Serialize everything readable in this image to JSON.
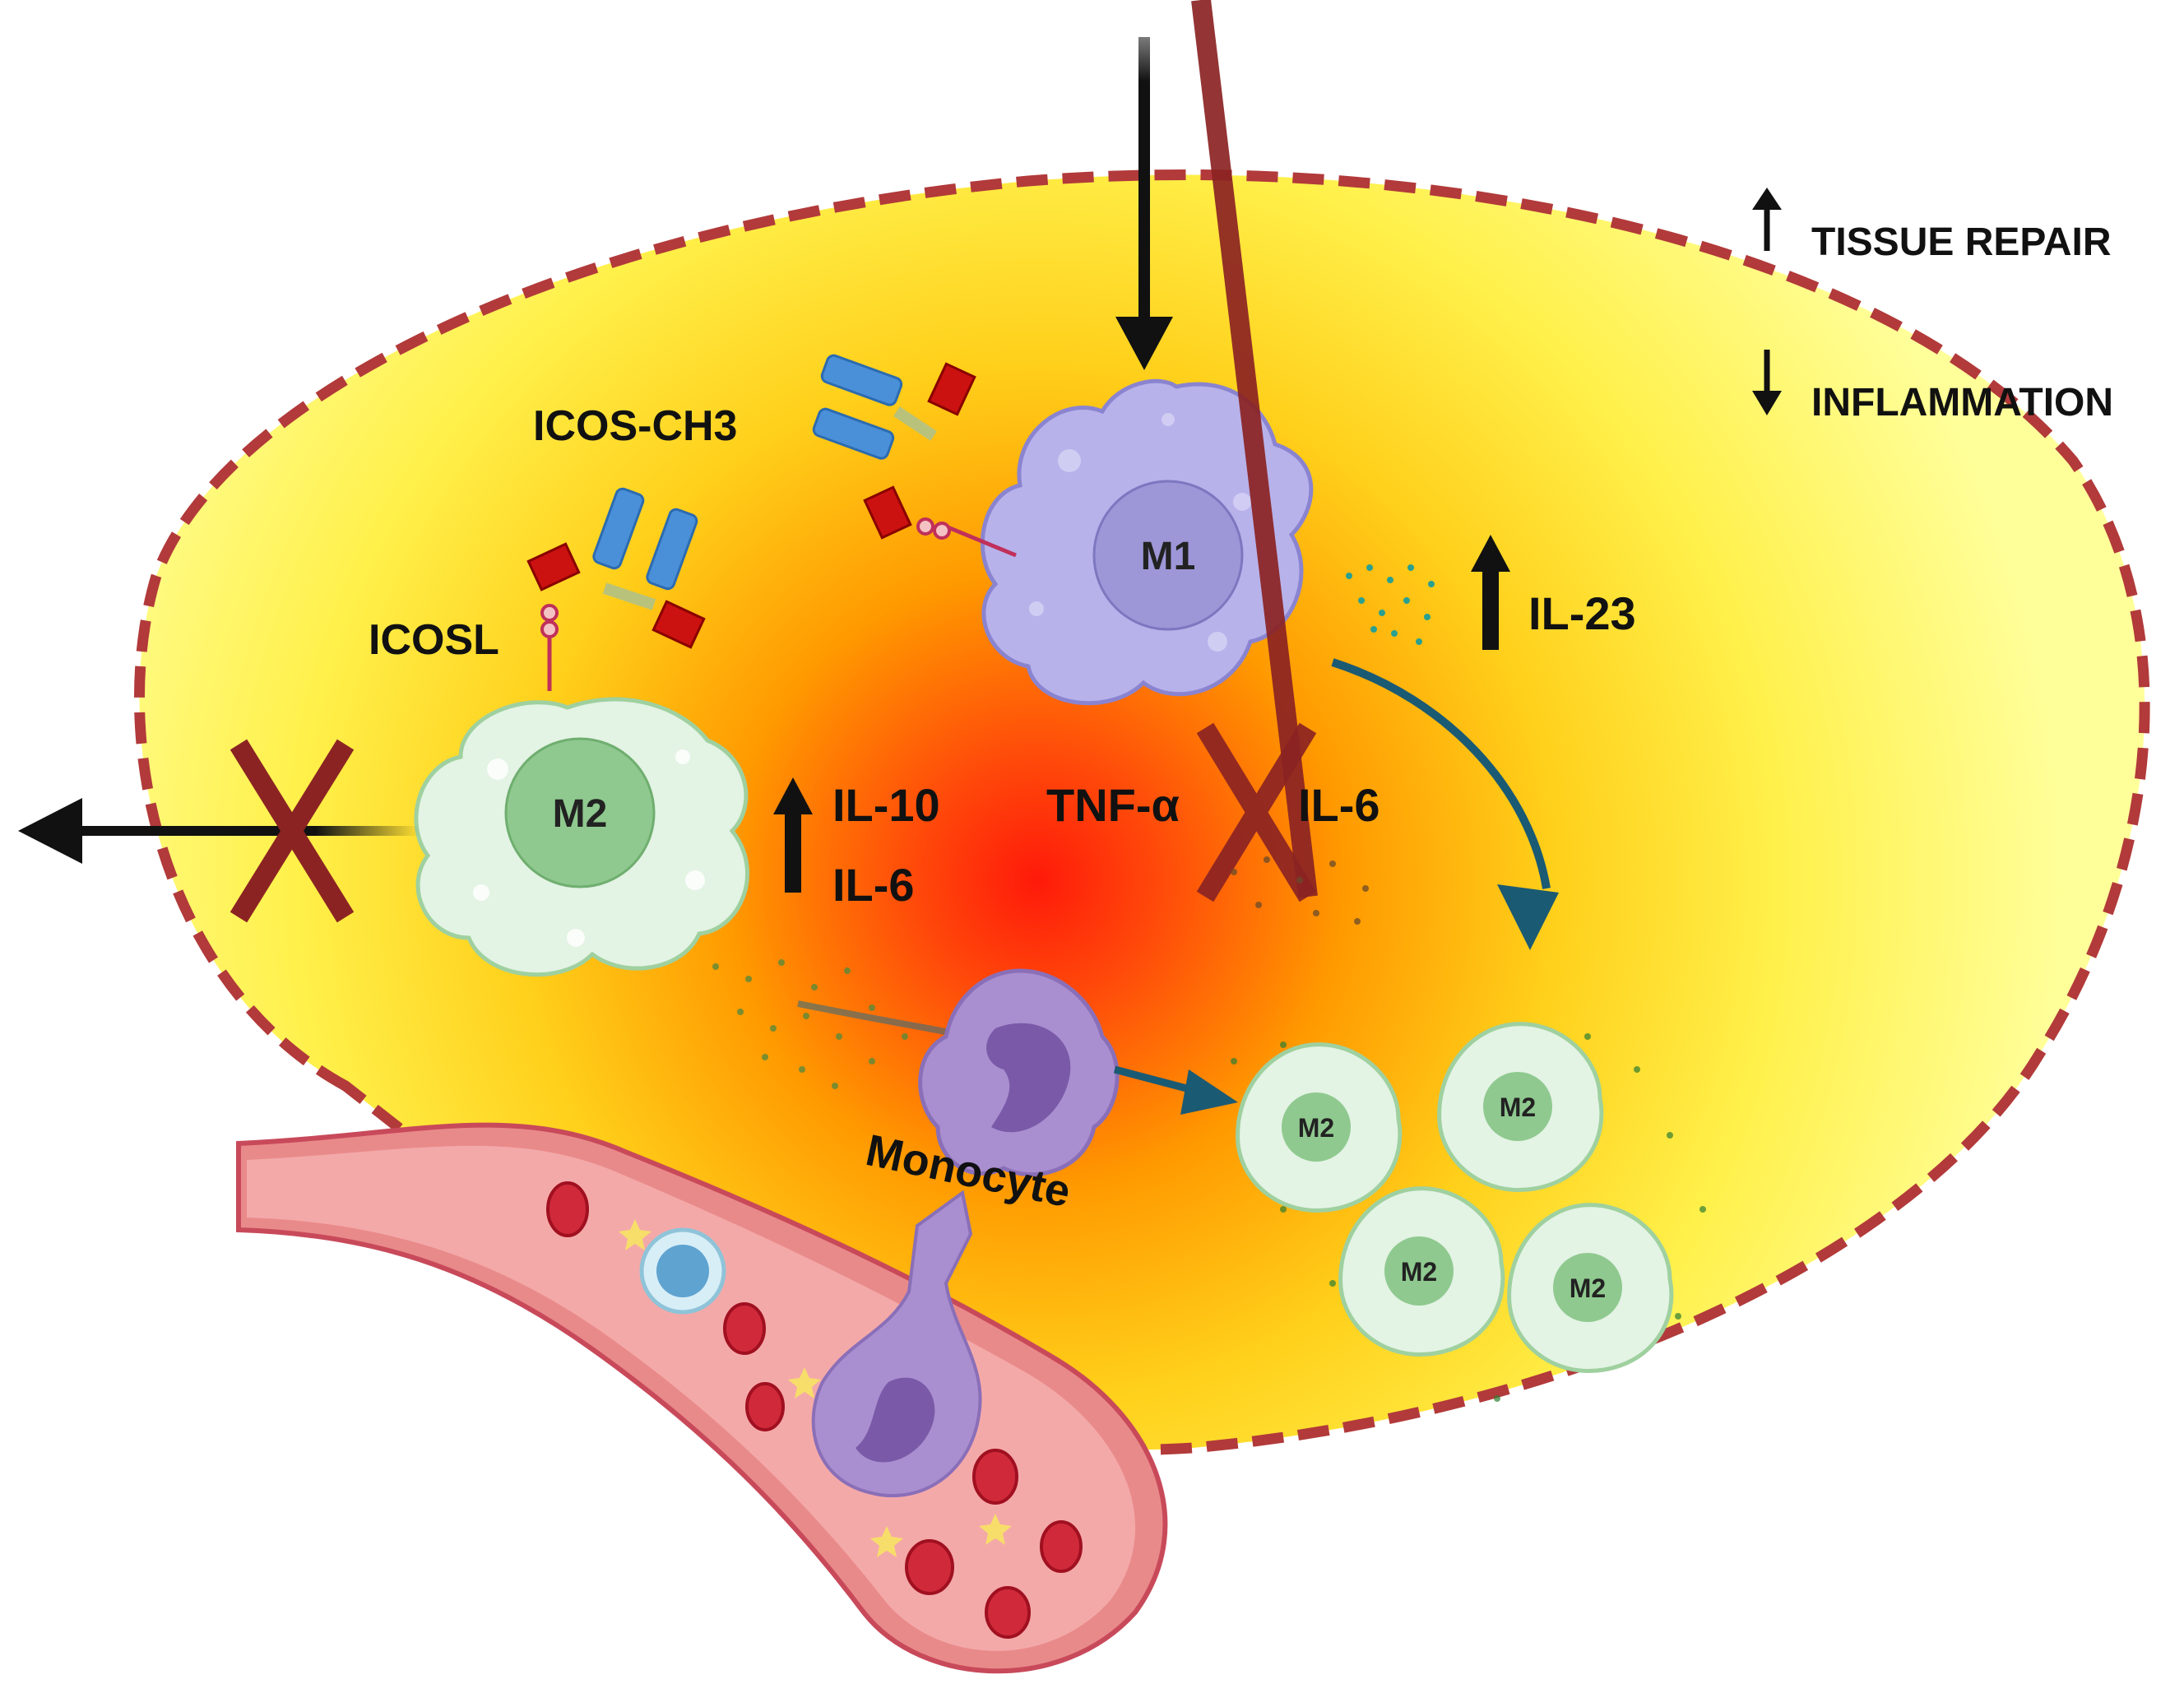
{
  "labels": {
    "tissue_repair": "TISSUE REPAIR",
    "inflammation": "INFLAMMATION",
    "icos_ch3": "ICOS-CH3",
    "icosl": "ICOSL",
    "m1": "M1",
    "m2_main": "M2",
    "il23": "IL-23",
    "il10": "IL-10",
    "il6_m2": "IL-6",
    "tnf": "TNF-α",
    "il6_m1": "IL-6",
    "monocyte": "Monocyte",
    "m2_cluster": [
      "M2",
      "M2",
      "M2",
      "M2"
    ]
  },
  "colors": {
    "boundary": "#b23a3a",
    "m1_cell": "#b7b2ea",
    "m1_nucleus": "#9d97d8",
    "m2_cell": "#e3f3e4",
    "m2_nucleus": "#8fc98f",
    "antibody_blue": "#4a90d9",
    "antibody_red": "#cc1111",
    "x_mark": "#8b2323",
    "curve_arrow": "#1b5a73",
    "vessel": "#e07a7a"
  }
}
